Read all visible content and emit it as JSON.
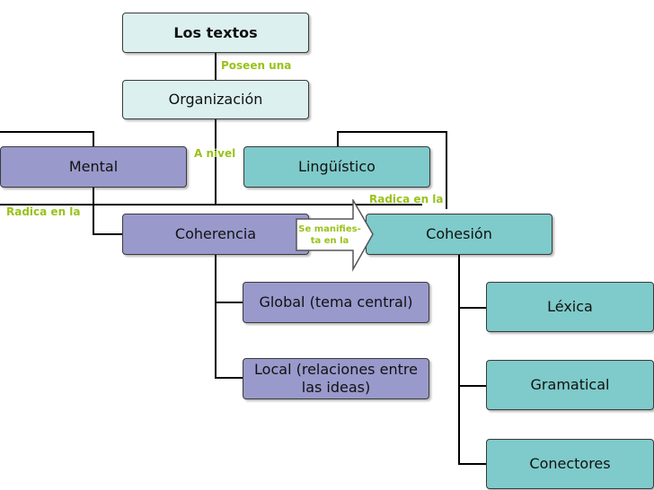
{
  "nodes": {
    "root": "Los textos",
    "organizacion": "Organización",
    "mental": "Mental",
    "linguistico": "Lingüístico",
    "coherencia": "Coherencia",
    "cohesion": "Cohesión",
    "global": "Global (tema central)",
    "local": "Local (relaciones entre las ideas)",
    "lexica": "Léxica",
    "gramatical": "Gramatical",
    "conectores": "Conectores"
  },
  "connectors": {
    "poseen_una": "Poseen una",
    "a_nivel": "A nivel",
    "radica_left": "Radica en la",
    "radica_right": "Radica en la",
    "se_manifiesta": "Se manifies-\nta en la"
  },
  "colors": {
    "light": "#dcf0f0",
    "purple": "#9999cc",
    "teal": "#7fcaca",
    "connector_text": "#99c21a",
    "line": "#000000"
  }
}
